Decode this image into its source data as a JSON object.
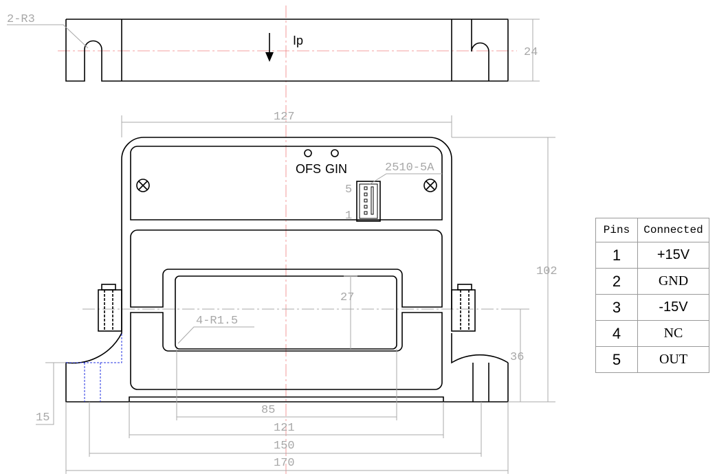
{
  "top_view": {
    "radius_label": "2-R3",
    "current_label": "Ip",
    "height_dim": "24"
  },
  "front_view": {
    "width_dim": "127",
    "height_dim": "102",
    "flange_height_dim": "36",
    "window_height_dim": "27",
    "base_dim": "15",
    "window_width_dim": "85",
    "dim_121": "121",
    "dim_150": "150",
    "dim_170": "170",
    "corner_radius_label": "4-R1.5",
    "ofs_label": "OFS",
    "gain_label": "GIN",
    "connector_label": "2510-5A",
    "connector_pin_top": "5",
    "connector_pin_bottom": "1"
  },
  "pin_table": {
    "headers": [
      "Pins",
      "Connected"
    ],
    "rows": [
      {
        "pin": "1",
        "signal": "+15V"
      },
      {
        "pin": "2",
        "signal": "GND"
      },
      {
        "pin": "3",
        "signal": "-15V"
      },
      {
        "pin": "4",
        "signal": "NC"
      },
      {
        "pin": "5",
        "signal": "OUT"
      }
    ]
  }
}
